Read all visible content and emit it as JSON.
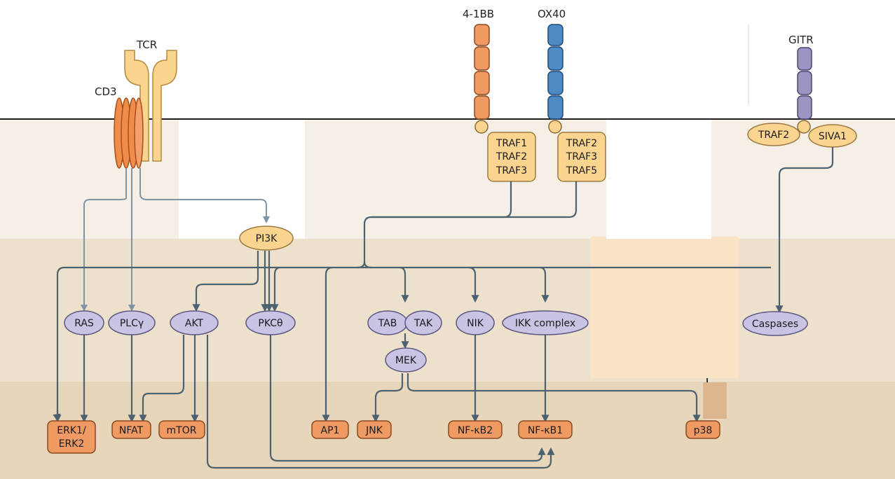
{
  "receptors": {
    "tcr": "TCR",
    "cd3": "CD3",
    "r41bb": "4-1BB",
    "ox40": "OX40",
    "gitr": "GITR"
  },
  "adaptors": {
    "traf_41bb": [
      "TRAF1",
      "TRAF2",
      "TRAF3"
    ],
    "traf_ox40": [
      "TRAF2",
      "TRAF3",
      "TRAF5"
    ],
    "gitr_traf2": "TRAF2",
    "siva1": "SIVA1"
  },
  "signaling": {
    "pi3k": "PI3K",
    "ras": "RAS",
    "plcg": "PLCγ",
    "akt": "AKT",
    "pkct": "PKCθ",
    "tab": "TAB",
    "tak": "TAK",
    "mek": "MEK",
    "nik": "NIK",
    "ikk": "IKK complex",
    "caspases": "Caspases"
  },
  "outputs": {
    "erk_line1": "ERK1/",
    "erk_line2": "ERK2",
    "nfat": "NFAT",
    "mtor": "mTOR",
    "ap1": "AP1",
    "jnk": "JNK",
    "nfkb2": "NF-κB2",
    "nfkb1": "NF-κB1",
    "p38": "p38"
  },
  "colors": {
    "orange": "#ef9a62",
    "orange_dark": "#b8602a",
    "cream": "#fbd58f",
    "cream_dark": "#9a7a40",
    "blue": "#4e8bc4",
    "purple": "#9c95c4",
    "node": "#c9c3e4",
    "node_stroke": "#5b5680",
    "edge": "#4c6270"
  }
}
